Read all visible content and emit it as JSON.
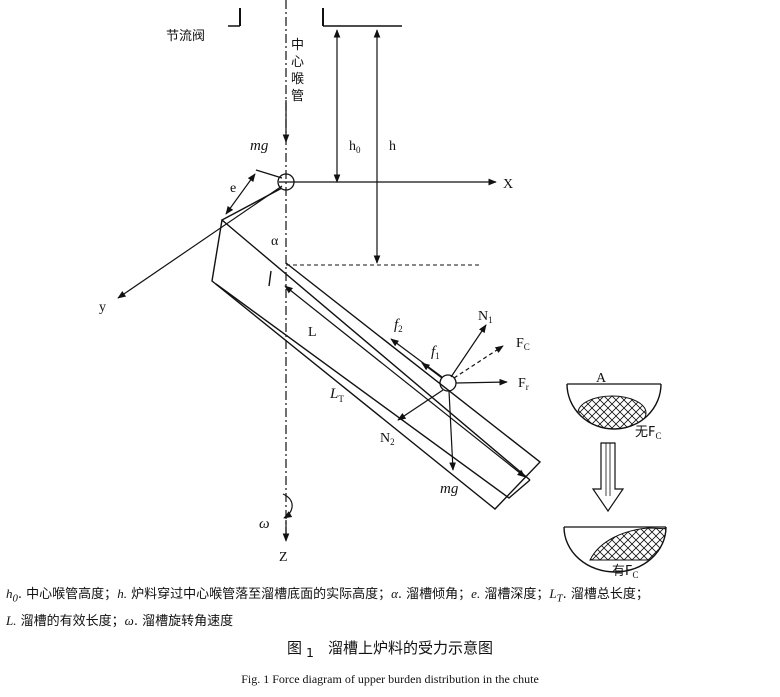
{
  "diagram": {
    "valve_label": "节流阀",
    "throat_label": [
      "中",
      "心",
      "喉",
      "管"
    ],
    "mg_top": "mg",
    "h0": "h",
    "h0_sub": "0",
    "h": "h",
    "x_axis": "X",
    "y_axis": "y",
    "z_axis": "Z",
    "e": "e",
    "alpha": "α",
    "L": "L",
    "LT": "L",
    "LT_sub": "T",
    "f2": "f",
    "f2_sub": "2",
    "f1": "f",
    "f1_sub": "1",
    "N1": "N",
    "N1_sub": "1",
    "Fc": "F",
    "Fc_sub": "C",
    "Fr": "F",
    "Fr_sub": "r",
    "N2": "N",
    "N2_sub": "2",
    "mg_bottom": "mg",
    "omega": "ω",
    "A": "A",
    "without_fc": "无F",
    "without_fc_sub": "C",
    "with_fc": "有F",
    "with_fc_sub": "C"
  },
  "legend": {
    "h0_sym": "h",
    "h0_sub": "0",
    "h0_desc": ". 中心喉管高度；",
    "h_sym": "h.",
    "h_desc": " 炉料穿过中心喉管落至溜槽底面的实际高度；",
    "alpha_sym": "α",
    "alpha_desc": ". 溜槽倾角；",
    "e_sym": "e.",
    "e_desc": " 溜槽深度；",
    "LT_sym": "L",
    "LT_sub": "T",
    "LT_desc": ". 溜槽总长度；",
    "L_sym": "L.",
    "L_desc": " 溜槽的有效长度；",
    "omega_sym": "ω",
    "omega_desc": ". 溜槽旋转角速度"
  },
  "caption": {
    "zh_prefix": "图",
    "zh_num": "1",
    "zh_title": "溜槽上炉料的受力示意图",
    "en": "Fig. 1    Force diagram of upper burden distribution in the chute"
  }
}
